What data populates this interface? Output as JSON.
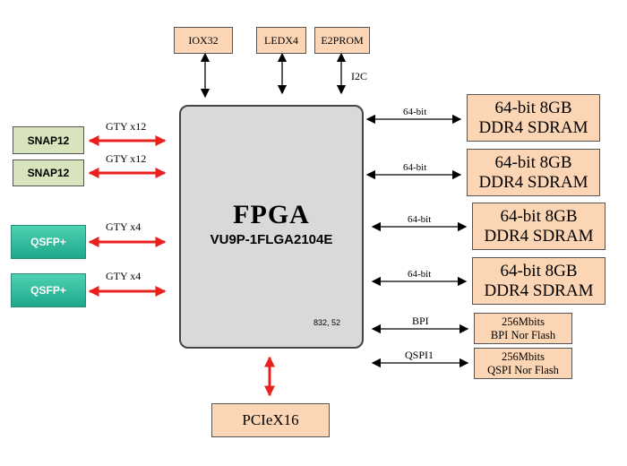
{
  "top_blocks": [
    "IOX32",
    "LEDX4",
    "E2PROM"
  ],
  "i2c_label": "I2C",
  "fpga": {
    "title": "FPGA",
    "part": "VU9P-1FLGA2104E",
    "note": "832, 52"
  },
  "left_blocks": [
    {
      "name": "SNAP12",
      "link": "GTY x12"
    },
    {
      "name": "SNAP12",
      "link": "GTY x12"
    },
    {
      "name": "QSFP+",
      "link": "GTY x4"
    },
    {
      "name": "QSFP+",
      "link": "GTY x4"
    }
  ],
  "ddr_blocks": [
    {
      "line1": "64-bit 8GB",
      "line2": "DDR4 SDRAM",
      "link": "64-bit"
    },
    {
      "line1": "64-bit 8GB",
      "line2": "DDR4 SDRAM",
      "link": "64-bit"
    },
    {
      "line1": "64-bit 8GB",
      "line2": "DDR4 SDRAM",
      "link": "64-bit"
    },
    {
      "line1": "64-bit 8GB",
      "line2": "DDR4 SDRAM",
      "link": "64-bit"
    }
  ],
  "flash_blocks": [
    {
      "line1": "256Mbits",
      "line2": "BPI Nor Flash",
      "link": "BPI"
    },
    {
      "line1": "256Mbits",
      "line2": "QSPI Nor Flash",
      "link": "QSPI1"
    }
  ],
  "pcie": "PCIeX16",
  "colors": {
    "red_arrow": "#e8201e",
    "black_arrow": "#000000",
    "peach": "#fcd5b4",
    "green": "#d8e4bc",
    "teal": "#2fbf9f",
    "fpga_gray": "#d9d9d9"
  }
}
